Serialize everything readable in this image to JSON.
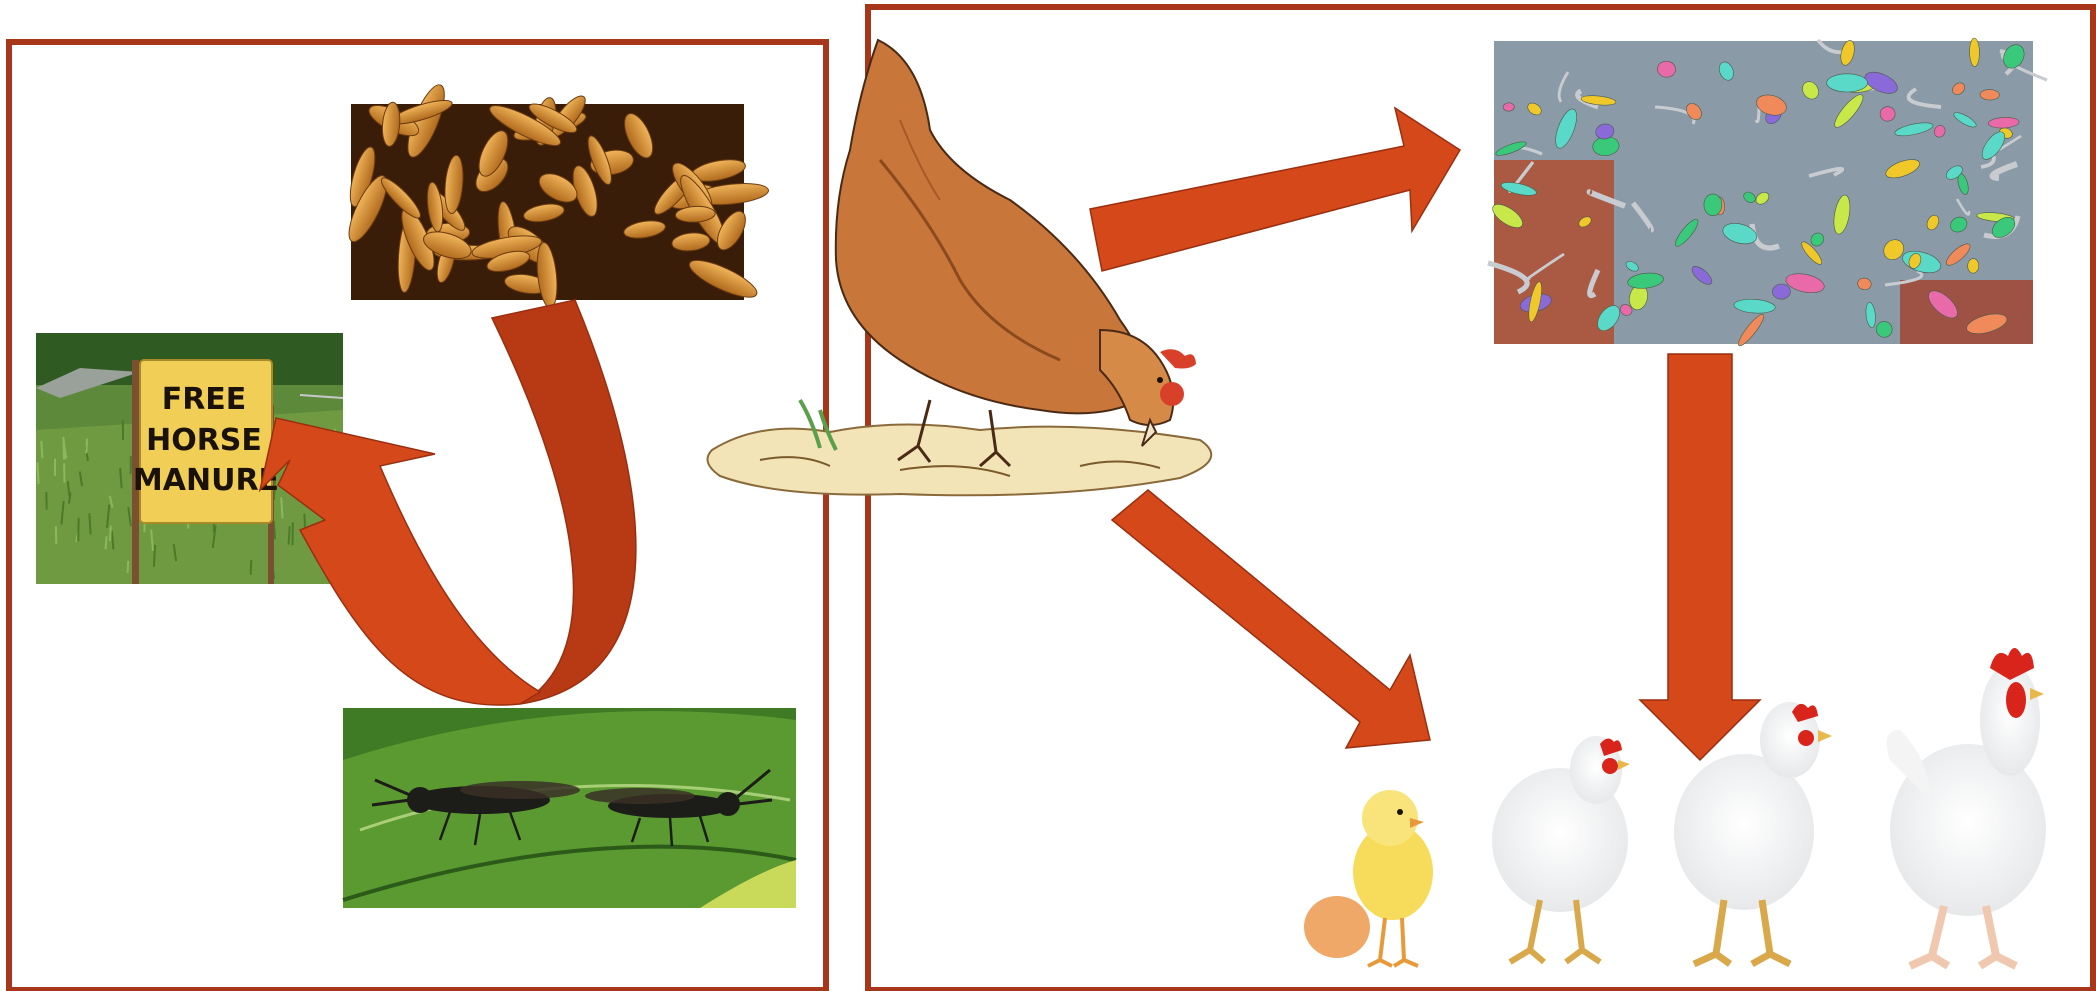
{
  "diagram": {
    "title": "",
    "colors": {
      "frame": "#a8361a",
      "arrow": "#d4481a",
      "arrow_dark": "#b83a14",
      "arrow_outline": "#9a2f10"
    },
    "left_panel": {
      "larvae_photo": {
        "icon": "larvae-photo"
      },
      "sign_photo": {
        "icon": "manure-sign-photo",
        "sign_lines": [
          "FREE",
          "HORSE",
          "MANURE"
        ]
      },
      "fly_photo": {
        "icon": "black-soldier-fly-photo"
      },
      "cycle_arrow": {
        "icon": "curved-arrow"
      }
    },
    "right_panel": {
      "hen_illustration": {
        "icon": "pecking-hen-illustration"
      },
      "microbes_photo": {
        "icon": "gut-microbiota-photo"
      },
      "chicken_growth_photo": {
        "icon": "chick-to-rooster-photo"
      },
      "arrows": [
        "arrow-hen-to-microbes",
        "arrow-hen-to-chickens",
        "arrow-microbes-to-chickens"
      ]
    }
  }
}
